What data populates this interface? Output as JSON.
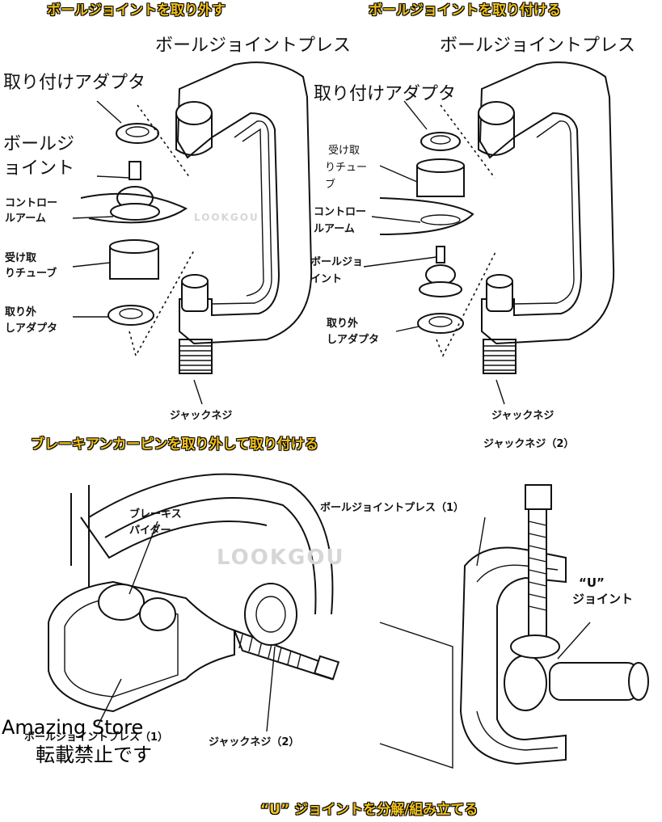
{
  "panels": {
    "remove_ball_joint": {
      "title": "ボールジョイントを取り外す",
      "press_label": "ボールジョイントプレス",
      "install_adapter": "取り付けアダプタ",
      "ball_joint_l1": "ボールジ",
      "ball_joint_l2": "ョイント",
      "control_arm_l1": "コントロー",
      "control_arm_l2": "ルアーム",
      "receive_tube_l1": "受け取",
      "receive_tube_l2": "りチューブ",
      "remove_adapter_l1": "取り外",
      "remove_adapter_l2": "しアダプタ",
      "jack_screw": "ジャックネジ"
    },
    "install_ball_joint": {
      "title": "ボールジョイントを取り付ける",
      "press_label": "ボールジョイントプレス",
      "install_adapter": "取り付けアダプタ",
      "receive_tube_l1": "受け取",
      "receive_tube_l2": "りチュー",
      "receive_tube_l3": "ブ",
      "control_arm_l1": "コントロー",
      "control_arm_l2": "ルアーム",
      "ball_joint_l1": "ボールジョ",
      "ball_joint_l2": "イント",
      "remove_adapter_l1": "取り外",
      "remove_adapter_l2": "しアダプタ",
      "jack_screw": "ジャックネジ"
    },
    "brake_anchor": {
      "title": "ブレーキアンカーピンを取り外して取り付ける",
      "spider_l1": "ブレーキス",
      "spider_l2": "パイダー",
      "press_label": "ボールジョイントプレス（1）",
      "jack_screw": "ジャックネジ（2）"
    },
    "u_joint": {
      "jack_screw": "ジャックネジ（2）",
      "press_label": "ボールジョイントプレス（1）",
      "u_label_l1": "“U”",
      "u_label_l2": "ジョイント",
      "title": "“U” ジョイントを分解/組み立てる"
    }
  },
  "watermarks": [
    "LOOKGOU",
    "LOOKGOU"
  ],
  "store": {
    "line1": "Amazing Store",
    "line2": "転載禁止です"
  },
  "colors": {
    "title_yellow": "#f2c21a",
    "line": "#111111",
    "background": "#ffffff"
  }
}
